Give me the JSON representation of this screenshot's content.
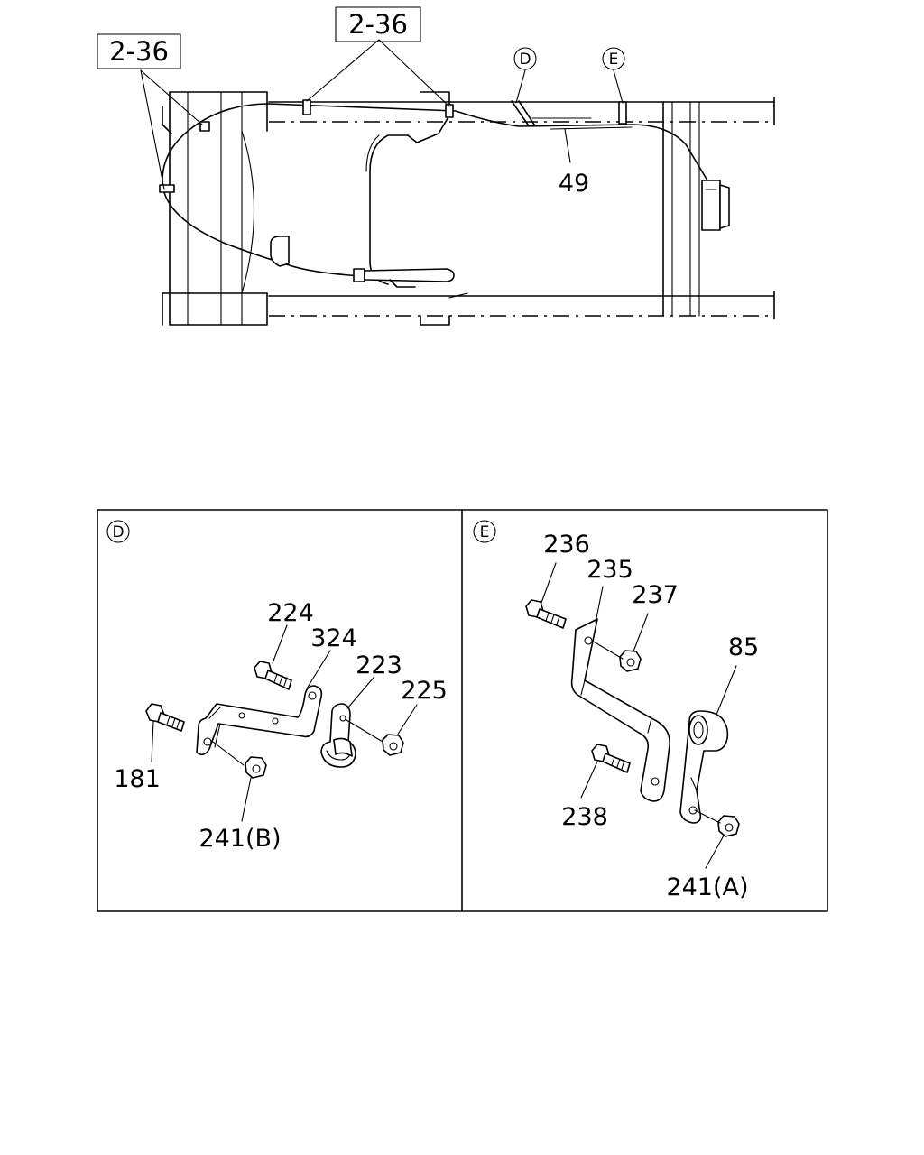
{
  "main_view": {
    "ref_box_left": "2-36",
    "ref_box_top": "2-36",
    "detail_marker_d": "D",
    "detail_marker_e": "E",
    "harness_part_no": "49"
  },
  "detail_d": {
    "marker": "D",
    "parts": {
      "p224": "224",
      "p324": "324",
      "p223": "223",
      "p225": "225",
      "p181": "181",
      "p241b": "241(B)"
    }
  },
  "detail_e": {
    "marker": "E",
    "parts": {
      "p236": "236",
      "p235": "235",
      "p237": "237",
      "p85": "85",
      "p238": "238",
      "p241a": "241(A)"
    }
  }
}
